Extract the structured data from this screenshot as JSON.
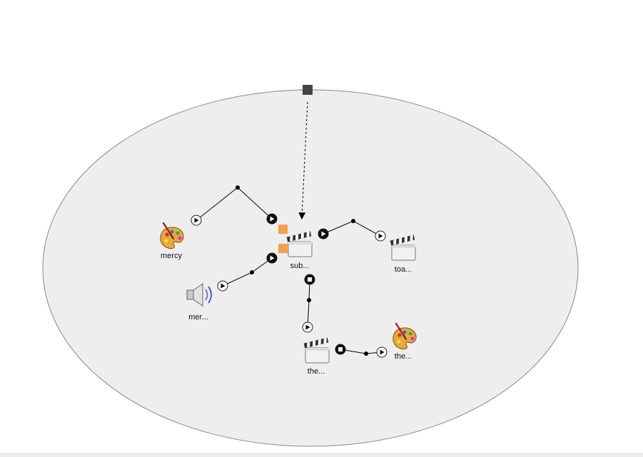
{
  "diagram": {
    "container_color": "#eeeeee",
    "container_stroke": "#888888",
    "handle_color": "#444444",
    "link_color": "#000000",
    "selection_color": "#f0a050",
    "nodes": [
      {
        "id": "mercy",
        "label": "mercy",
        "icon": "palette-icon"
      },
      {
        "id": "mer",
        "label": "mer...",
        "icon": "speaker-icon"
      },
      {
        "id": "sub",
        "label": "sub...",
        "icon": "clapperboard-icon"
      },
      {
        "id": "toa",
        "label": "toa...",
        "icon": "clapperboard-icon"
      },
      {
        "id": "the_clip",
        "label": "the...",
        "icon": "clapperboard-icon"
      },
      {
        "id": "the_image",
        "label": "the...",
        "icon": "palette-icon"
      }
    ]
  }
}
